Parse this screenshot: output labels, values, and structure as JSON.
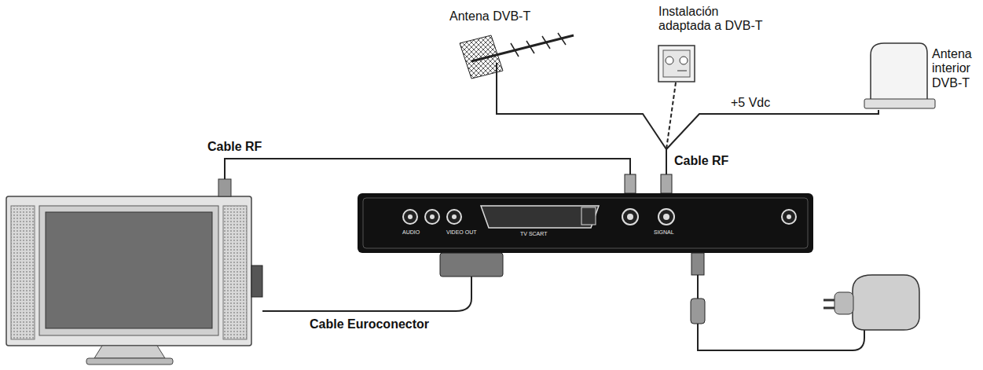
{
  "diagram": {
    "labels": [
      "Antena DVB-T",
      "Instalación adaptada a DVB-T",
      "Antena interior DVB-T",
      "+5 Vdc",
      "Cable RF",
      "Cable RF",
      "Cable Euroconector",
      "AUDIO",
      "VIDEO OUT",
      "TV SCART",
      "SIGNAL"
    ]
  }
}
